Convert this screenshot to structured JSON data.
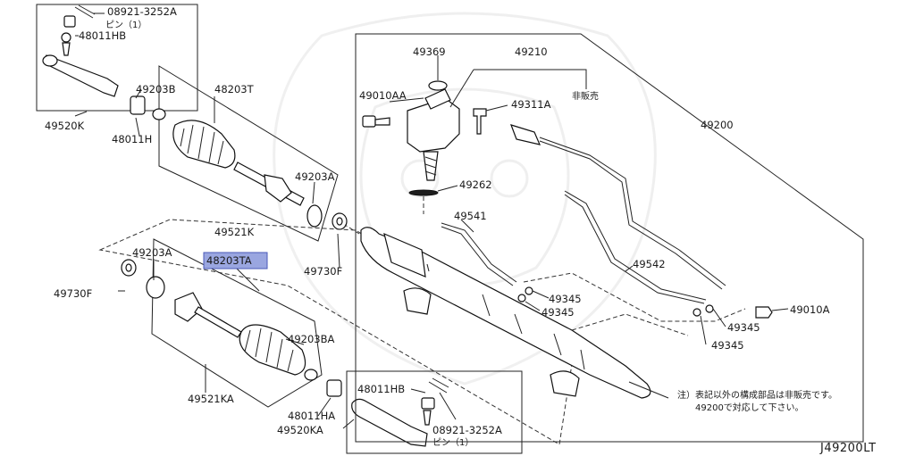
{
  "labels": {
    "p08921_top": "08921-3252A",
    "pin_top": "ピン（1）",
    "p48011HB_top": "48011HB",
    "p49520K": "49520K",
    "p49203B": "49203B",
    "p48203T": "48203T",
    "p48011H": "48011H",
    "p49203A_top": "49203A",
    "p49521K": "49521K",
    "p49730F_right": "49730F",
    "p49203A_left": "49203A",
    "p48203TA": "48203TA",
    "p49730F_left": "49730F",
    "p49203BA": "49203BA",
    "p49521KA": "49521KA",
    "p48011HA": "48011HA",
    "p49520KA": "49520KA",
    "p48011HB_bot": "48011HB",
    "p08921_bot": "08921-3252A",
    "pin_bot": "ピン（1）",
    "p49369": "49369",
    "p49210": "49210",
    "p49010AA": "49010AA",
    "p49311A": "49311A",
    "not_for_sale": "非販売",
    "p49200": "49200",
    "p49262": "49262",
    "p49541": "49541",
    "p49542": "49542",
    "p49345_a": "49345",
    "p49345_b": "49345",
    "p49345_c": "49345",
    "p49345_d": "49345",
    "p49010A": "49010A"
  },
  "note": {
    "line1": "注）表記以外の構成部品は非販売です。",
    "line2": "49200で対応して下さい。"
  },
  "diagram_code": "J49200LT",
  "highlight_color": "#9aa6e0"
}
